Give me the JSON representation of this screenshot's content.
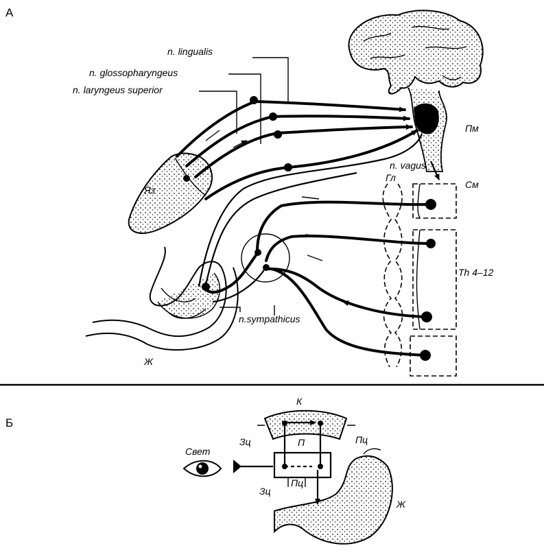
{
  "panels": {
    "a": "А",
    "b": "Б"
  },
  "labels_a": {
    "lingualis": "n. lingualis",
    "glossopharyngeus": "n. glossopharyngeus",
    "laryngeus": "n. laryngeus superior",
    "medulla": "Пм",
    "vagus": "n. vagus",
    "spinal_cord": "См",
    "ganglion": "Гл",
    "tongue": "Яз",
    "segments": "Th 4–12",
    "sympathicus": "n.sympathicus",
    "stomach": "Ж"
  },
  "labels_b": {
    "cortex": "К",
    "light": "Свет",
    "visual_center_top": "Зц",
    "food_center_top": "Пц",
    "subcortex": "П",
    "visual_center_bottom": "Зц",
    "food_center_bottom": "Пц",
    "stomach": "Ж"
  }
}
